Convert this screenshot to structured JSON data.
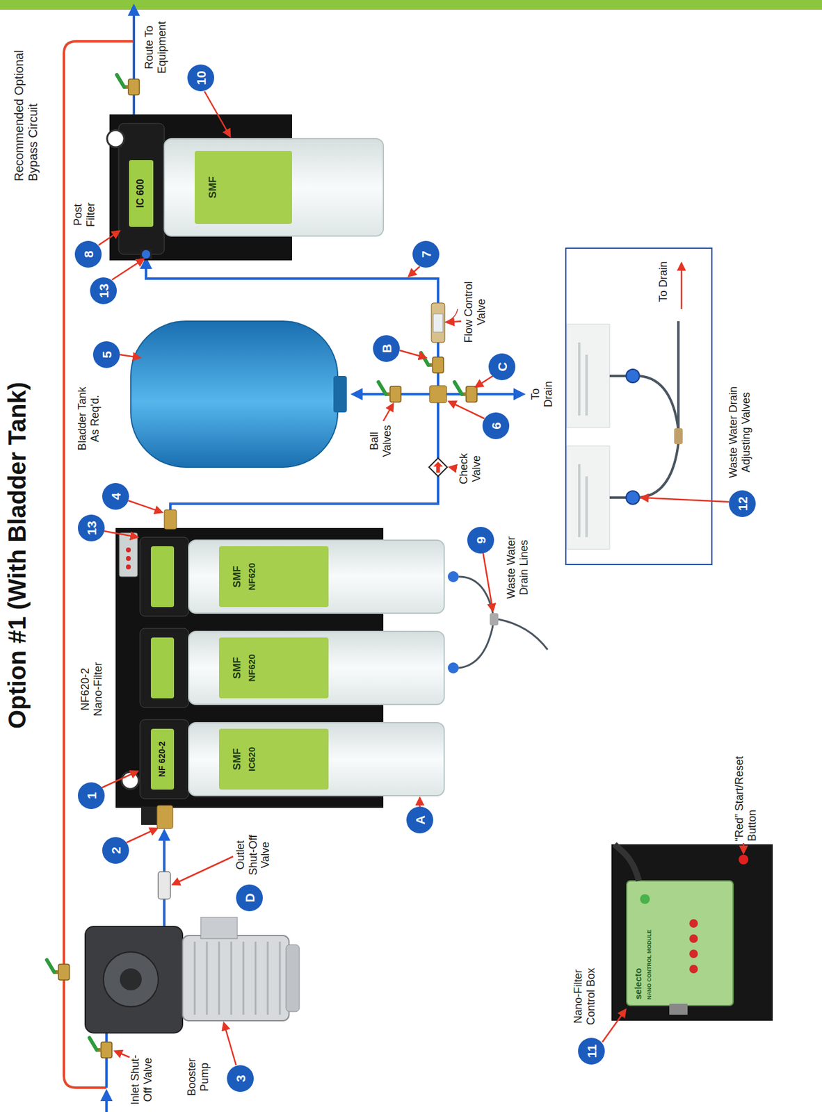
{
  "diagram": {
    "title": "Option #1 (With Bladder Tank)",
    "nodes": [
      {
        "text": [
          "1"
        ]
      },
      {
        "text": [
          "2"
        ]
      },
      {
        "text": [
          "3"
        ]
      },
      {
        "text": [
          "D"
        ]
      },
      {
        "text": [
          "A"
        ]
      },
      {
        "text": [
          "13"
        ]
      },
      {
        "text": [
          "4"
        ]
      },
      {
        "text": [
          "5"
        ]
      },
      {
        "text": [
          "B"
        ]
      },
      {
        "text": [
          "C"
        ]
      },
      {
        "text": [
          "6"
        ]
      },
      {
        "text": [
          "7"
        ]
      },
      {
        "text": [
          "13"
        ]
      },
      {
        "text": [
          "8"
        ]
      },
      {
        "text": [
          "10"
        ]
      },
      {
        "text": [
          "9"
        ]
      },
      {
        "text": [
          "11"
        ]
      },
      {
        "text": [
          "12"
        ]
      }
    ],
    "labels": [
      "Recommended Optional Bypass Circuit",
      "Booster Pump",
      "Inlet Shut-Off Valve",
      "Outlet Shut-Off Valve",
      "NF620-2 Nano-Filter",
      "Bladder Tank As Req'd.",
      "Post Filter",
      "Route To Equipment",
      "Ball Valves",
      "Check Valve",
      "To Drain",
      "Flow Control Valve",
      "Waste Water Drain Lines",
      "Nano-Filter Control Box",
      "“Red” Start/Reset Button",
      "Waste Water Drain Adjusting Valves",
      "To Drain",
      "NF 620-2",
      "SMF",
      "IC620",
      "SMF",
      "NF620",
      "SMF",
      "NF620",
      "IC 600",
      "SMF",
      "selecto",
      "NANO CONTROL MODULE"
    ]
  }
}
